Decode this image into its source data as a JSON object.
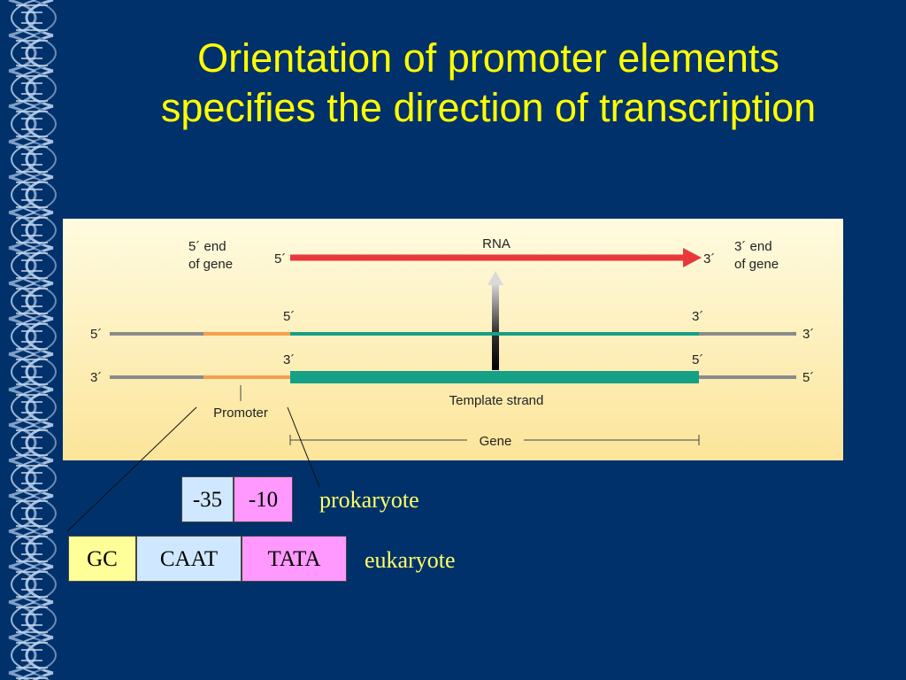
{
  "slide": {
    "title_line1": "Orientation of promoter elements",
    "title_line2": "specifies the direction of transcription"
  },
  "diagram": {
    "rna_label": "RNA",
    "five_prime_end_of_gene": [
      "5´ end",
      "of gene"
    ],
    "three_prime_end_of_gene": [
      "3´ end",
      "of gene"
    ],
    "rna_5": "5´",
    "rna_3": "3´",
    "top_strand": {
      "left": "5´",
      "right": "3´",
      "gene_start": "5´",
      "gene_end": "3´"
    },
    "bottom_strand": {
      "left": "3´",
      "right": "5´",
      "gene_start": "3´",
      "gene_end": "5´"
    },
    "promoter_label": "Promoter",
    "template_label": "Template strand",
    "gene_label": "Gene",
    "colors": {
      "panel_top": "#fffbe0",
      "panel_bottom": "#fce59a",
      "rna_arrow": "#e8383a",
      "gene_strand": "#16a085",
      "promoter": "#f5a04f",
      "flank": "#8a8a8a"
    }
  },
  "prokaryote": {
    "boxes": [
      {
        "label": "-35",
        "color": "#cfe8ff"
      },
      {
        "label": "-10",
        "color": "#ff99ff"
      }
    ],
    "label": "prokaryote"
  },
  "eukaryote": {
    "boxes": [
      {
        "label": "GC",
        "color": "#ffff99"
      },
      {
        "label": "CAAT",
        "color": "#cfe8ff"
      },
      {
        "label": "TATA",
        "color": "#ff99ff"
      }
    ],
    "label": "eukaryote"
  }
}
